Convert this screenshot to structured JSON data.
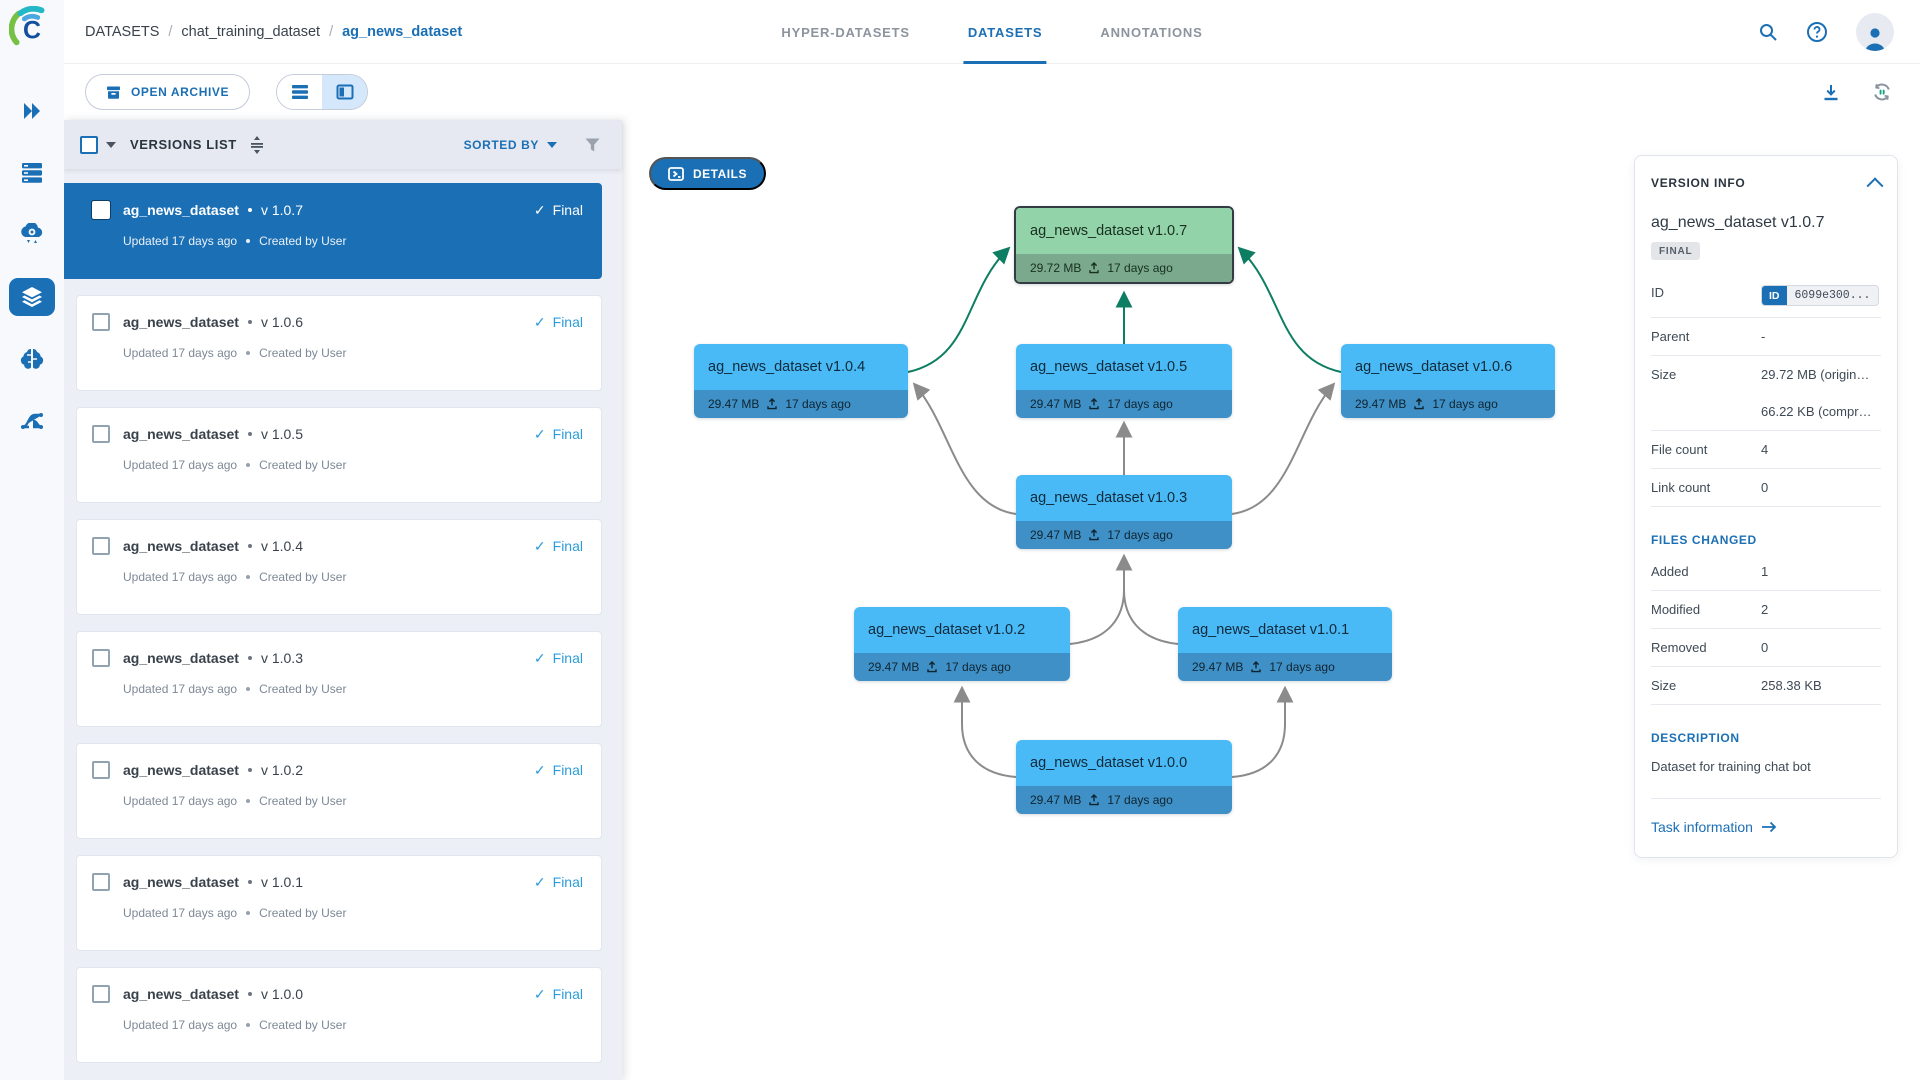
{
  "header": {
    "breadcrumb": [
      "DATASETS",
      "chat_training_dataset",
      "ag_news_dataset"
    ],
    "tabs": [
      {
        "label": "HYPER-DATASETS",
        "active": false
      },
      {
        "label": "DATASETS",
        "active": true
      },
      {
        "label": "ANNOTATIONS",
        "active": false
      }
    ]
  },
  "toolbar": {
    "open_archive": "OPEN ARCHIVE"
  },
  "versions_panel": {
    "title": "VERSIONS LIST",
    "sorted_by": "SORTED BY",
    "items": [
      {
        "name": "ag_news_dataset",
        "version": "v 1.0.7",
        "status": "Final",
        "updated": "Updated 17 days ago",
        "created": "Created by User",
        "selected": true
      },
      {
        "name": "ag_news_dataset",
        "version": "v 1.0.6",
        "status": "Final",
        "updated": "Updated 17 days ago",
        "created": "Created by User",
        "selected": false
      },
      {
        "name": "ag_news_dataset",
        "version": "v 1.0.5",
        "status": "Final",
        "updated": "Updated 17 days ago",
        "created": "Created by User",
        "selected": false
      },
      {
        "name": "ag_news_dataset",
        "version": "v 1.0.4",
        "status": "Final",
        "updated": "Updated 17 days ago",
        "created": "Created by User",
        "selected": false
      },
      {
        "name": "ag_news_dataset",
        "version": "v 1.0.3",
        "status": "Final",
        "updated": "Updated 17 days ago",
        "created": "Created by User",
        "selected": false
      },
      {
        "name": "ag_news_dataset",
        "version": "v 1.0.2",
        "status": "Final",
        "updated": "Updated 17 days ago",
        "created": "Created by User",
        "selected": false
      },
      {
        "name": "ag_news_dataset",
        "version": "v 1.0.1",
        "status": "Final",
        "updated": "Updated 17 days ago",
        "created": "Created by User",
        "selected": false
      },
      {
        "name": "ag_news_dataset",
        "version": "v 1.0.0",
        "status": "Final",
        "updated": "Updated 17 days ago",
        "created": "Created by User",
        "selected": false
      }
    ]
  },
  "graph": {
    "details_button": "DETAILS",
    "nodes": [
      {
        "id": "v1.0.7",
        "label": "ag_news_dataset v1.0.7",
        "size": "29.72 MB",
        "age": "17 days ago",
        "selected": true
      },
      {
        "id": "v1.0.4",
        "label": "ag_news_dataset v1.0.4",
        "size": "29.47 MB",
        "age": "17 days ago",
        "selected": false
      },
      {
        "id": "v1.0.5",
        "label": "ag_news_dataset v1.0.5",
        "size": "29.47 MB",
        "age": "17 days ago",
        "selected": false
      },
      {
        "id": "v1.0.6",
        "label": "ag_news_dataset v1.0.6",
        "size": "29.47 MB",
        "age": "17 days ago",
        "selected": false
      },
      {
        "id": "v1.0.3",
        "label": "ag_news_dataset v1.0.3",
        "size": "29.47 MB",
        "age": "17 days ago",
        "selected": false
      },
      {
        "id": "v1.0.2",
        "label": "ag_news_dataset v1.0.2",
        "size": "29.47 MB",
        "age": "17 days ago",
        "selected": false
      },
      {
        "id": "v1.0.1",
        "label": "ag_news_dataset v1.0.1",
        "size": "29.47 MB",
        "age": "17 days ago",
        "selected": false
      },
      {
        "id": "v1.0.0",
        "label": "ag_news_dataset v1.0.0",
        "size": "29.47 MB",
        "age": "17 days ago",
        "selected": false
      }
    ],
    "edges": [
      {
        "from": "v1.0.5",
        "to": "v1.0.7",
        "highlight": true
      },
      {
        "from": "v1.0.4",
        "to": "v1.0.7",
        "highlight": true
      },
      {
        "from": "v1.0.6",
        "to": "v1.0.7",
        "highlight": true
      },
      {
        "from": "v1.0.3",
        "to": "v1.0.5",
        "highlight": false
      },
      {
        "from": "v1.0.3",
        "to": "v1.0.4",
        "highlight": false
      },
      {
        "from": "v1.0.3",
        "to": "v1.0.6",
        "highlight": false
      },
      {
        "from": "v1.0.2",
        "to": "v1.0.3",
        "highlight": false
      },
      {
        "from": "v1.0.1",
        "to": "v1.0.3",
        "highlight": false
      },
      {
        "from": "v1.0.0",
        "to": "v1.0.2",
        "highlight": false
      },
      {
        "from": "v1.0.0",
        "to": "v1.0.1",
        "highlight": false
      }
    ]
  },
  "version_info": {
    "title": "VERSION INFO",
    "name": "ag_news_dataset v1.0.7",
    "status_badge": "FINAL",
    "id_label": "ID",
    "id_chip": "ID",
    "id_value": "6099e300...",
    "parent_label": "Parent",
    "parent_value": "-",
    "size_label": "Size",
    "size_original": "29.72 MB (origin…",
    "size_compressed": "66.22 KB (compr…",
    "file_count_label": "File count",
    "file_count": "4",
    "link_count_label": "Link count",
    "link_count": "0",
    "files_changed_title": "FILES CHANGED",
    "added_label": "Added",
    "added": "1",
    "modified_label": "Modified",
    "modified": "2",
    "removed_label": "Removed",
    "removed": "0",
    "delta_size_label": "Size",
    "delta_size": "258.38 KB",
    "description_title": "DESCRIPTION",
    "description": "Dataset for training chat bot",
    "task_link": "Task information"
  },
  "icons": {
    "top_right": [
      "search-icon",
      "help-icon",
      "user-avatar"
    ],
    "toolbar_right": [
      "download-icon",
      "auto-refresh-icon"
    ],
    "sidebar": [
      "expand-icon",
      "projects-icon",
      "workers-icon",
      "datasets-icon",
      "models-icon",
      "pipelines-icon"
    ]
  },
  "colors": {
    "primary": "#1b6fb5",
    "node_top": "#49baf6",
    "node_strip": "#3e90c6",
    "selected_node_top": "#93d3a9",
    "selected_node_strip": "#7aa98d",
    "edge": "#8b8b8b",
    "edge_highlight": "#0e7e63",
    "final_blue": "#2d9cdb"
  }
}
